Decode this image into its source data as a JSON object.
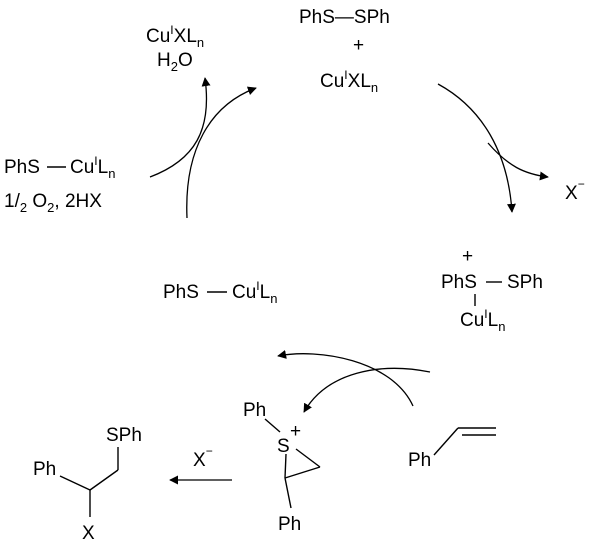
{
  "labels": {
    "cu_top_left": [
      "Cu",
      "I",
      "XL",
      "n"
    ],
    "water": [
      "H",
      "2",
      "O"
    ],
    "disulfide": "PhS—SPh",
    "plus_sign": "+",
    "cu_top_right": [
      "Cu",
      "I",
      "XL",
      "n"
    ],
    "counterion_x": [
      "X",
      "−"
    ],
    "sulfonium_plus": "+",
    "sulfonium_phs": "PhS",
    "sulfonium_sph": "SPh",
    "sulfonium_cu": [
      "Cu",
      "I",
      "L",
      "n"
    ],
    "phs_cu_left_phs": "PhS",
    "phs_cu_left_cu": [
      "Cu",
      "I",
      "L",
      "n"
    ],
    "oxidant_conditions": [
      "1/",
      "2",
      " O",
      "2",
      ", 2HX"
    ],
    "phs_cu_center_phs": "PhS",
    "phs_cu_center_cu": [
      "Cu",
      "I",
      "L",
      "n"
    ],
    "episulfonium_ph_top": "Ph",
    "episulfonium_s": "S",
    "episulfonium_plus": "+",
    "episulfonium_ph_bottom": "Ph",
    "styrene_ph": "Ph",
    "nucleophile_x": [
      "X",
      "−"
    ],
    "product_sph": "SPh",
    "product_ph": "Ph",
    "product_x": "X"
  }
}
